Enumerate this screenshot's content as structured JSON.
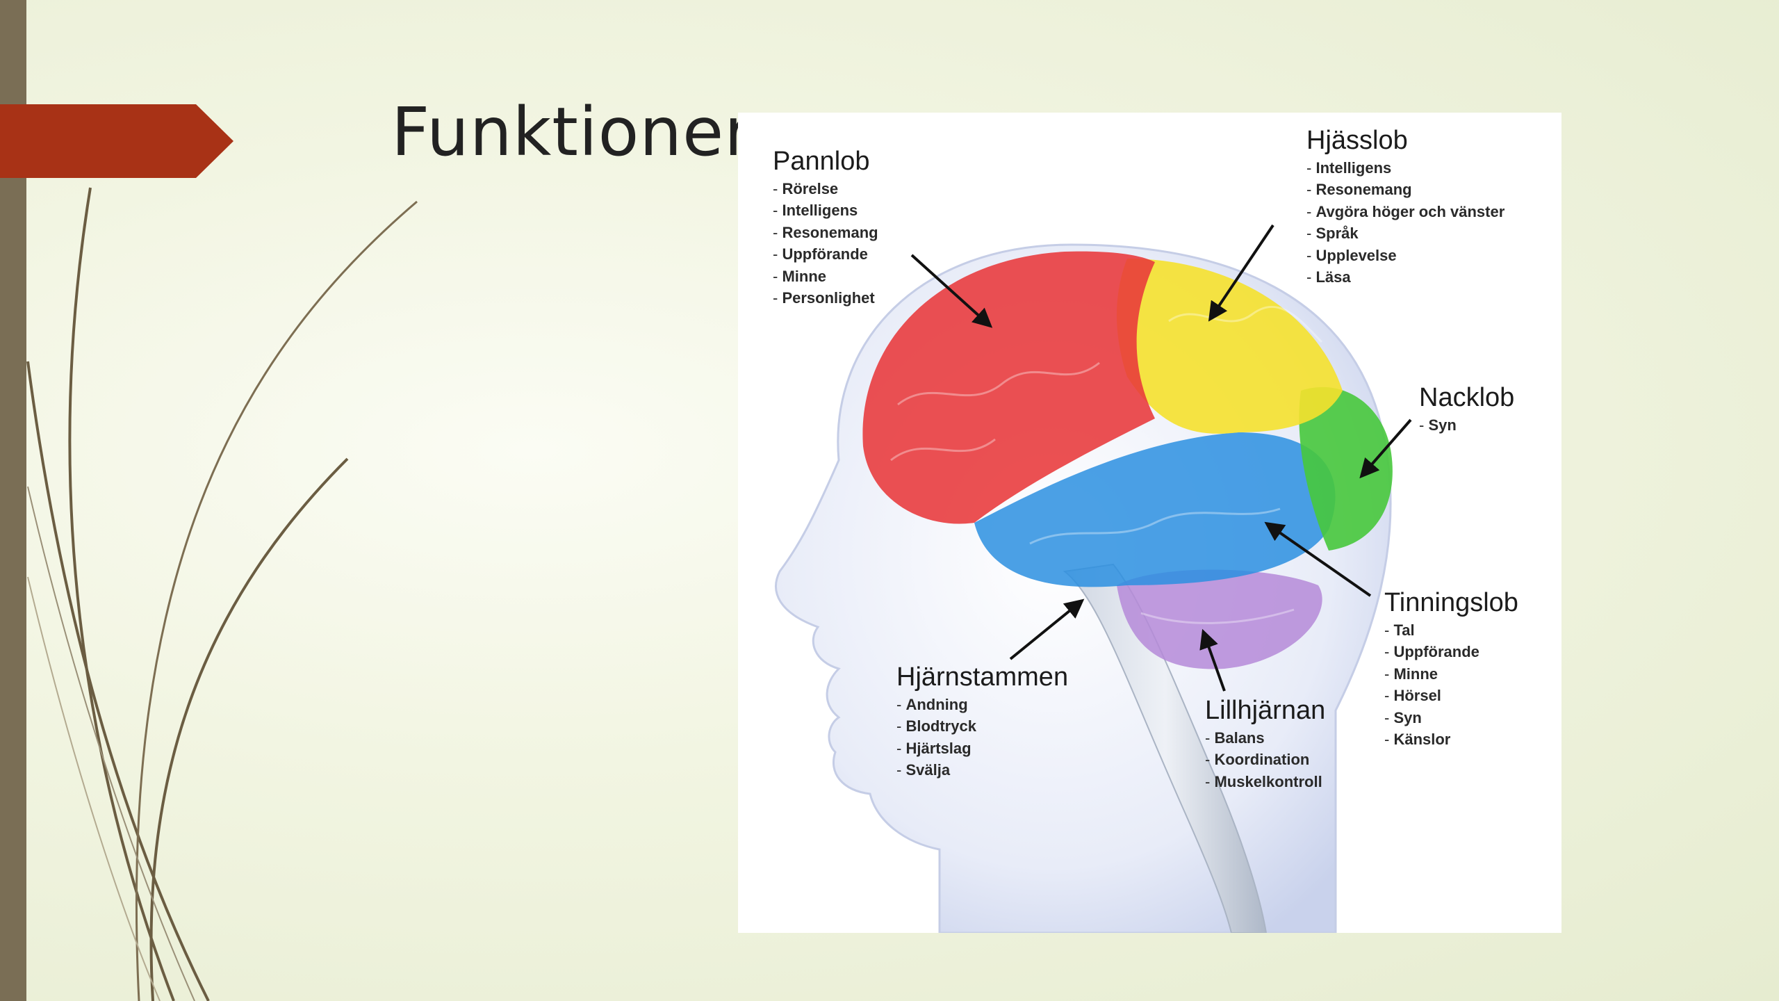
{
  "slide": {
    "title": "Funktioner",
    "accent_color": "#a83216",
    "sidebar_color": "#7a6e55"
  },
  "diagram": {
    "regions": [
      {
        "key": "pannlob",
        "title": "Pannlob",
        "color": "#e8383a",
        "items": [
          "Rörelse",
          "Intelligens",
          "Resonemang",
          "Uppförande",
          "Minne",
          "Personlighet"
        ]
      },
      {
        "key": "hjasslob",
        "title": "Hjässlob",
        "color": "#f5e12e",
        "items": [
          "Intelligens",
          "Resonemang",
          "Avgöra höger och vänster",
          "Språk",
          "Upplevelse",
          "Läsa"
        ]
      },
      {
        "key": "nacklob",
        "title": "Nacklob",
        "color": "#47c83c",
        "items": [
          "Syn"
        ]
      },
      {
        "key": "tinningslob",
        "title": "Tinningslob",
        "color": "#2b8fe0",
        "items": [
          "Tal",
          "Uppförande",
          "Minne",
          "Hörsel",
          "Syn",
          "Känslor"
        ]
      },
      {
        "key": "lillhjarnan",
        "title": "Lillhjärnan",
        "color": "#b58ad8",
        "items": [
          "Balans",
          "Koordination",
          "Muskelkontroll"
        ]
      },
      {
        "key": "hjarnstammen",
        "title": "Hjärnstammen",
        "color": "#b9c3cf",
        "items": [
          "Andning",
          "Blodtryck",
          "Hjärtslag",
          "Svälja"
        ]
      }
    ]
  }
}
